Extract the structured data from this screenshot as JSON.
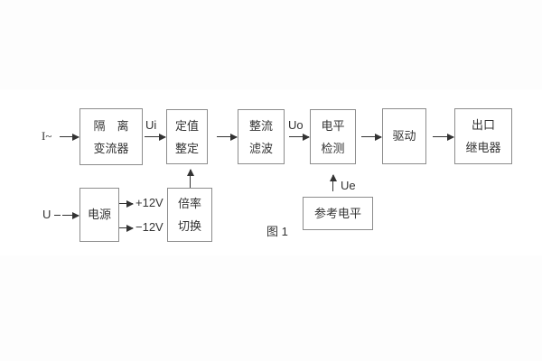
{
  "caption": "图 1",
  "labels": {
    "input_current": "I~",
    "ui": "Ui",
    "uo": "Uo",
    "ue": "Ue",
    "input_voltage": "U",
    "plus12v": "+12V",
    "minus12v": "−12V"
  },
  "blocks": {
    "isolation_transformer": {
      "line1": "隔　离",
      "line2": "变流器"
    },
    "setpoint_setting": {
      "line1": "定值",
      "line2": "整定"
    },
    "rectifier_filter": {
      "line1": "整流",
      "line2": "滤波"
    },
    "level_detection": {
      "line1": "电平",
      "line2": "检测"
    },
    "drive": {
      "line1": "驱动"
    },
    "output_relay": {
      "line1": "出口",
      "line2": "继电器"
    },
    "power_supply": {
      "line1": "电源"
    },
    "ratio_switch": {
      "line1": "倍率",
      "line2": "切换"
    },
    "reference_level": {
      "line1": "参考电平"
    }
  },
  "colors": {
    "background": "#fdfdfd",
    "panel": "#ffffff",
    "box_border": "#8c8c8c",
    "text": "#333333",
    "arrow": "#333333"
  }
}
